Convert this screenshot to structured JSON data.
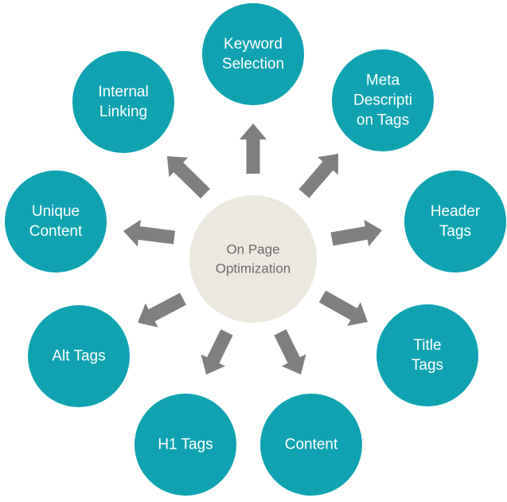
{
  "center": {
    "lines": [
      "On Page",
      "Optimization"
    ]
  },
  "nodes": [
    {
      "id": "keyword-selection",
      "lines": [
        "Keyword",
        "Selection"
      ]
    },
    {
      "id": "meta-description-tags",
      "lines": [
        "Meta",
        "Descripti",
        "on Tags"
      ]
    },
    {
      "id": "header-tags",
      "lines": [
        "Header",
        "Tags"
      ]
    },
    {
      "id": "title-tags",
      "lines": [
        "Title",
        "Tags"
      ]
    },
    {
      "id": "content",
      "lines": [
        "Content"
      ]
    },
    {
      "id": "h1-tags",
      "lines": [
        "H1 Tags"
      ]
    },
    {
      "id": "alt-tags",
      "lines": [
        "Alt Tags"
      ]
    },
    {
      "id": "unique-content",
      "lines": [
        "Unique",
        "Content"
      ]
    },
    {
      "id": "internal-linking",
      "lines": [
        "Internal",
        "Linking"
      ]
    }
  ],
  "colors": {
    "node_fill": "#0fa3b1",
    "center_fill": "#ebe8df",
    "arrow_fill": "#7f7f7f",
    "node_text": "#ffffff",
    "center_text": "#6b6b6b"
  }
}
